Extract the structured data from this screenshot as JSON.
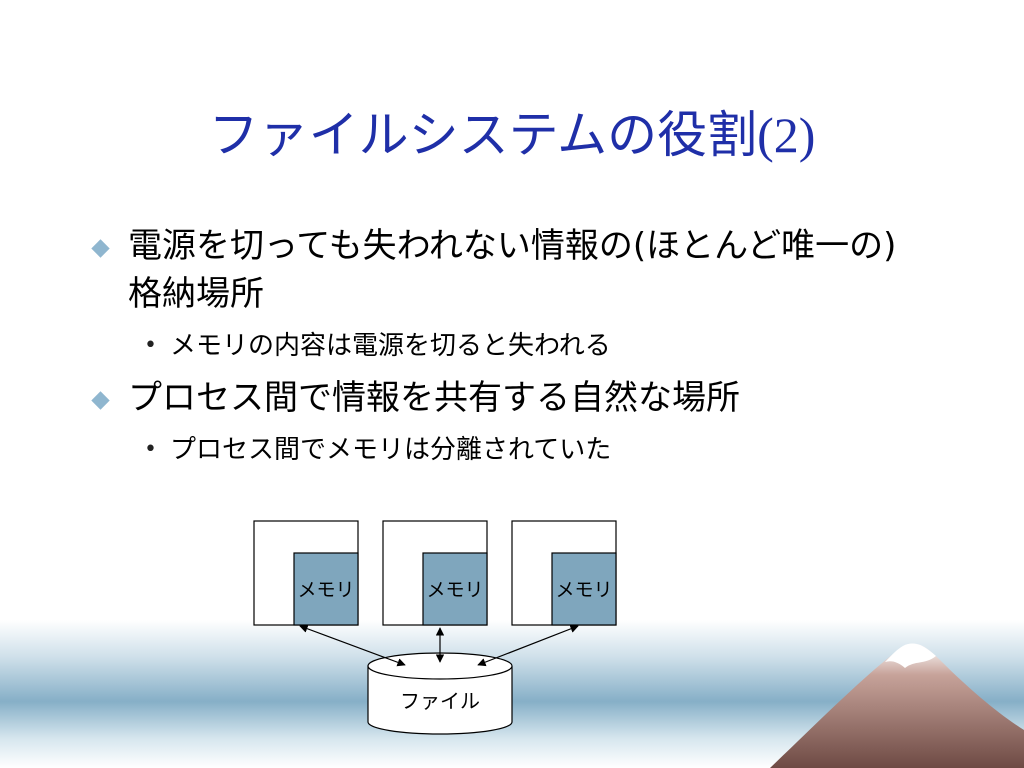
{
  "slide": {
    "title_main": "ファイルシステムの役割",
    "title_suffix": "(2)",
    "bullets": [
      {
        "text": "電源を切っても失われない情報の(ほとんど唯一の)格納場所",
        "sub": [
          "メモリの内容は電源を切ると失われる"
        ]
      },
      {
        "text": "プロセス間で情報を共有する自然な場所",
        "sub": [
          "プロセス間でメモリは分離されていた"
        ]
      }
    ]
  },
  "diagram": {
    "processes": [
      {
        "memory_label": "メモリ"
      },
      {
        "memory_label": "メモリ"
      },
      {
        "memory_label": "メモリ"
      }
    ],
    "file_label": "ファイル"
  },
  "colors": {
    "title": "#1f2fa8",
    "diamond": "#8fb6cf",
    "memory_fill": "#7fa6bd",
    "band": "#7fa9c1"
  }
}
